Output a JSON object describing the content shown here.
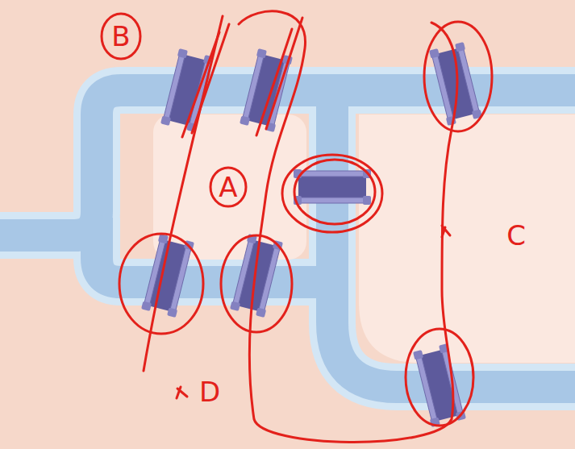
{
  "diagram": {
    "labels": [
      "B",
      "A",
      "C",
      "D"
    ]
  }
}
